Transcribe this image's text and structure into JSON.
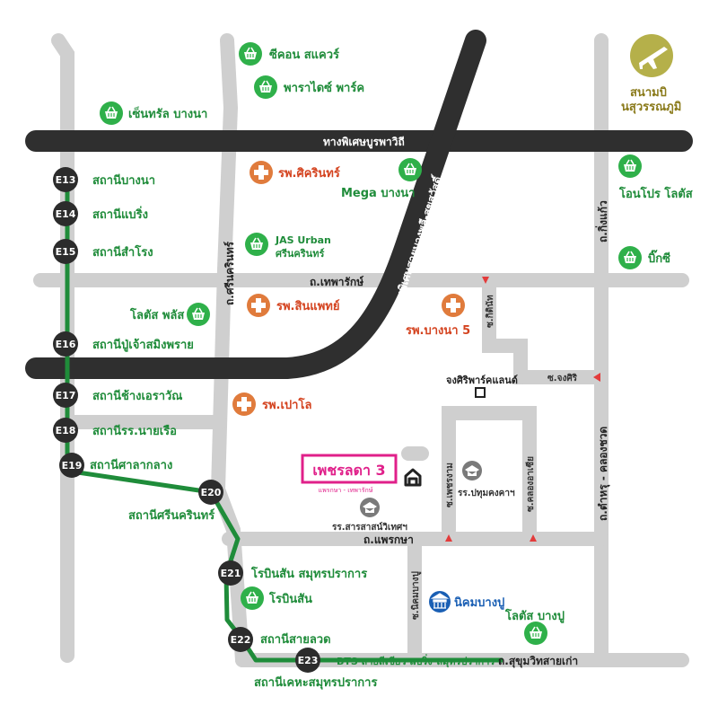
{
  "roads": {
    "bangna_expressway": "ทางพิเศษบูรพาวิถี",
    "bangphli_expressway": "ทางพิเศษสายบางพลี-สุขสวัสดิ์",
    "thepharak": "ถ.เทพารักษ์",
    "srinakarin": "ถ.ศรีนครินทร์",
    "phraeksa": "ถ.แพรกษา",
    "sukhumvit_old": "ถ.สุขุมวิทสายเก่า",
    "king_kaeo": "ถ.กิ่งแก้ว",
    "tamru": "ถ.ตำหรุ - คลองชวด",
    "sukhit": "ซ.กิตินัท",
    "songsiri": "ซ.จงศิริ",
    "phetcharaporn": "ซ.เพชรงาม",
    "khlongsathi": "ซ.คลองอาเซีย",
    "nikhom": "ซ.นิคมบางปู"
  },
  "bts": {
    "line_label": "BTS สายสีเขียว แบริ่ง-สมุทรปราการ",
    "line_color": "#1f8c3a",
    "stations": [
      {
        "code": "E13",
        "name": "สถานีบางนา"
      },
      {
        "code": "E14",
        "name": "สถานีแบริ่ง"
      },
      {
        "code": "E15",
        "name": "สถานีสำโรง"
      },
      {
        "code": "E16",
        "name": "สถานีปู่เจ้าสมิงพราย"
      },
      {
        "code": "E17",
        "name": "สถานีช้างเอราวัณ"
      },
      {
        "code": "E18",
        "name": "สถานีรร.นายเรือ"
      },
      {
        "code": "E19",
        "name": "สถานีศาลากลาง"
      },
      {
        "code": "E20",
        "name": "สถานีศรีนครินทร์"
      },
      {
        "code": "E21",
        "name": "โรบินสัน สมุทรปราการ"
      },
      {
        "code": "E22",
        "name": "สถานีสายลวด"
      },
      {
        "code": "E23",
        "name": "สถานีเคหะสมุทรปราการ"
      }
    ]
  },
  "shopping": {
    "seacon": "ซีคอน สแควร์",
    "paradise": "พาราไดซ์ พาร์ค",
    "central": "เซ็นทรัล บางนา",
    "mega": "Mega บางนา",
    "jas_line1": "JAS Urban",
    "jas_line2": "ศรีนครินทร์",
    "lotus_plus": "โลตัส พลัส",
    "lotus_onepro": "โอนโปร โลตัส",
    "bigc": "บิ๊กซี",
    "robinson": "โรบินสัน",
    "lotus_bangpu": "โลตัส บางปู"
  },
  "hospitals": {
    "sikarin": "รพ.ศิครินทร์",
    "sinphaet": "รพ.สินแพทย์",
    "bangna5": "รพ.บางนา 5",
    "paolo": "รพ.เปาโล"
  },
  "airport": {
    "line1": "สนามบิ",
    "line2": "นสุวรรณภูมิ",
    "color": "#b5b04a"
  },
  "places": {
    "jongsiri_park": "จงศิริพาร์คแลนด์",
    "school_saras": "รร.สารสาสน์วิเทศฯ",
    "school_pathum": "รร.ปทุมคงคาฯ",
    "nikhom_bangpu": "นิคมบางปู"
  },
  "project": {
    "name": "เพชรลดา 3",
    "sub": "แพรกษา - เทพารักษ์",
    "color": "#e0208a"
  },
  "colors": {
    "road": "#cfcfcf",
    "expressway": "#2f2f2f",
    "hospital": "#e07b3c",
    "shopping": "#2fb04a",
    "marker": "#e33b3b"
  }
}
